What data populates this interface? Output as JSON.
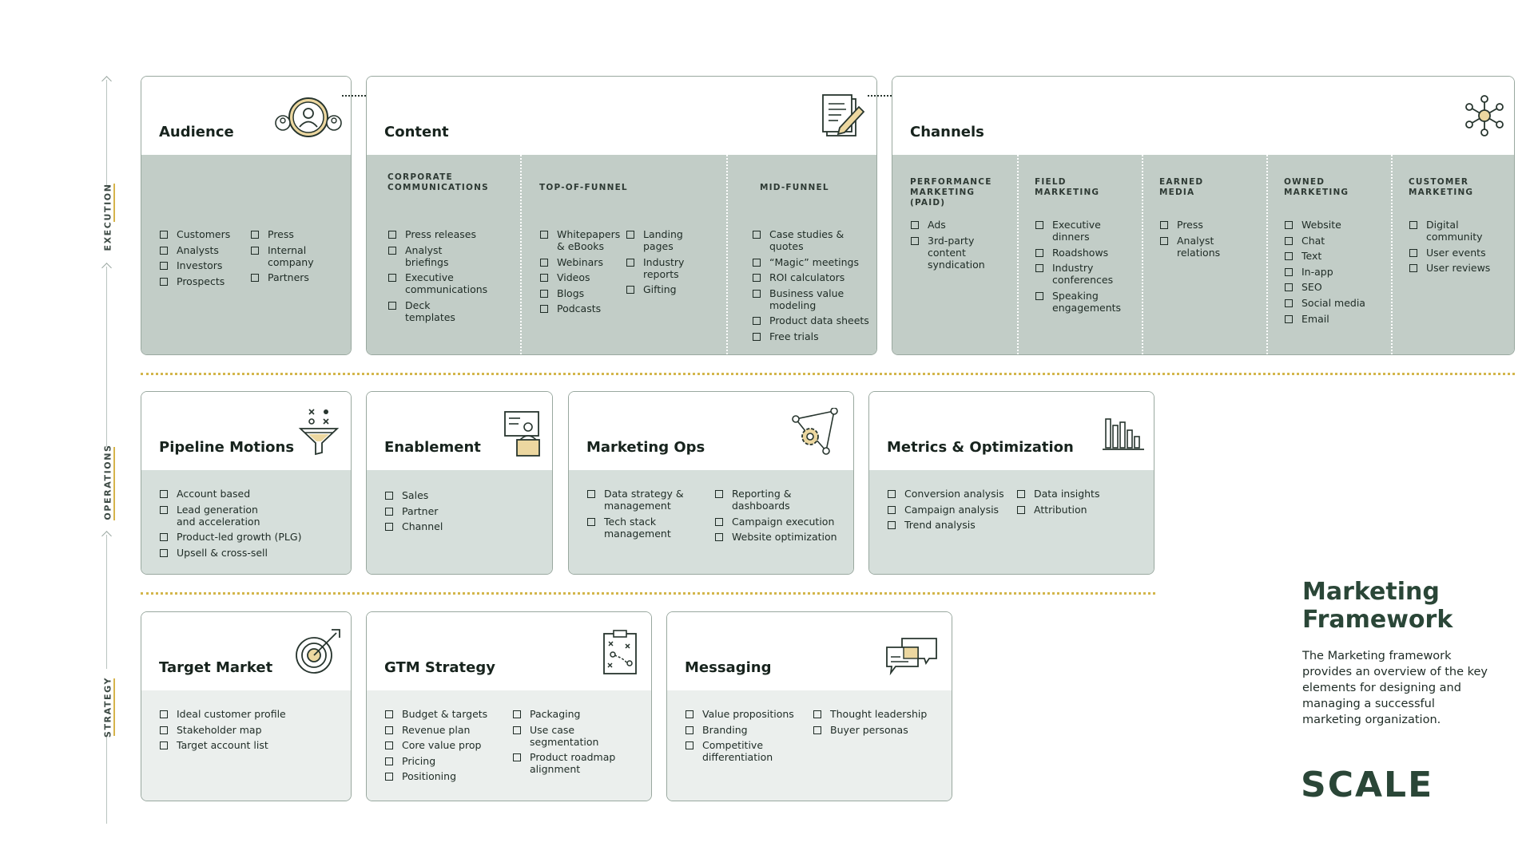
{
  "rail": {
    "execution": "EXECUTION",
    "operations": "OPERATIONS",
    "strategy": "STRATEGY"
  },
  "colors": {
    "execution_fill": "#c2cdc7",
    "operations_fill": "#d6dfdb",
    "strategy_fill": "#ebefed",
    "accent": "#d6b44b",
    "brand": "#2a4637"
  },
  "audience": {
    "title": "Audience",
    "icon": "audience-icon",
    "col1": [
      "Customers",
      "Analysts",
      "Investors",
      "Prospects"
    ],
    "col2": [
      "Press",
      "Internal company",
      "Partners"
    ]
  },
  "content": {
    "title": "Content",
    "icon": "document-pencil-icon",
    "groups": [
      {
        "heading": "CORPORATE COMMUNICATIONS",
        "items": [
          "Press releases",
          "Analyst briefings",
          "Executive communications",
          "Deck templates"
        ]
      },
      {
        "heading": "TOP-OF-FUNNEL",
        "items": [
          "Whitepapers & eBooks",
          "Webinars",
          "Videos",
          "Blogs",
          "Podcasts"
        ],
        "items2": [
          "Landing pages",
          "Industry reports",
          "Gifting"
        ]
      },
      {
        "heading": "MID-FUNNEL",
        "items": [
          "Case studies & quotes",
          "“Magic” meetings",
          "ROI calculators",
          "Business value modeling",
          "Product data sheets",
          "Free trials"
        ]
      }
    ]
  },
  "channels": {
    "title": "Channels",
    "icon": "network-hub-icon",
    "groups": [
      {
        "heading": "PERFORMANCE MARKETING (PAID)",
        "items": [
          "Ads",
          "3rd-party content syndication"
        ]
      },
      {
        "heading": "FIELD MARKETING",
        "items": [
          "Executive dinners",
          "Roadshows",
          "Industry conferences",
          "Speaking engagements"
        ]
      },
      {
        "heading": "EARNED MEDIA",
        "items": [
          "Press",
          "Analyst relations"
        ]
      },
      {
        "heading": "OWNED MARKETING",
        "items": [
          "Website",
          "Chat",
          "Text",
          "In-app",
          "SEO",
          "Social media",
          "Email"
        ]
      },
      {
        "heading": "CUSTOMER MARKETING",
        "items": [
          "Digital community",
          "User events",
          "User reviews"
        ]
      }
    ]
  },
  "pipeline": {
    "title": "Pipeline Motions",
    "icon": "funnel-icon",
    "items": [
      "Account based",
      "Lead generation and acceleration",
      "Product-led growth (PLG)",
      "Upsell & cross-sell"
    ]
  },
  "enablement": {
    "title": "Enablement",
    "icon": "presenter-icon",
    "items": [
      "Sales",
      "Partner",
      "Channel"
    ]
  },
  "marketing_ops": {
    "title": "Marketing Ops",
    "icon": "gear-network-icon",
    "col1": [
      "Data strategy & management",
      "Tech stack management"
    ],
    "col2": [
      "Reporting & dashboards",
      "Campaign execution",
      "Website optimization"
    ]
  },
  "metrics": {
    "title": "Metrics & Optimization",
    "icon": "bar-chart-icon",
    "col1": [
      "Conversion analysis",
      "Campaign analysis",
      "Trend analysis"
    ],
    "col2": [
      "Data insights",
      "Attribution"
    ]
  },
  "target_market": {
    "title": "Target Market",
    "icon": "target-icon",
    "items": [
      "Ideal customer profile",
      "Stakeholder map",
      "Target account list"
    ]
  },
  "gtm": {
    "title": "GTM Strategy",
    "icon": "clipboard-play-icon",
    "col1": [
      "Budget & targets",
      "Revenue plan",
      "Core value prop",
      "Pricing",
      "Positioning"
    ],
    "col2": [
      "Packaging",
      "Use case segmentation",
      "Product roadmap alignment"
    ]
  },
  "messaging": {
    "title": "Messaging",
    "icon": "chat-bubbles-icon",
    "col1": [
      "Value propositions",
      "Branding",
      "Competitive differentiation"
    ],
    "col2": [
      "Thought leadership",
      "Buyer personas"
    ]
  },
  "framework": {
    "title_line1": "Marketing",
    "title_line2": "Framework",
    "description": "The Marketing framework provides an overview of the key elements for designing and managing a successful marketing organization.",
    "logo": "SCALE"
  }
}
